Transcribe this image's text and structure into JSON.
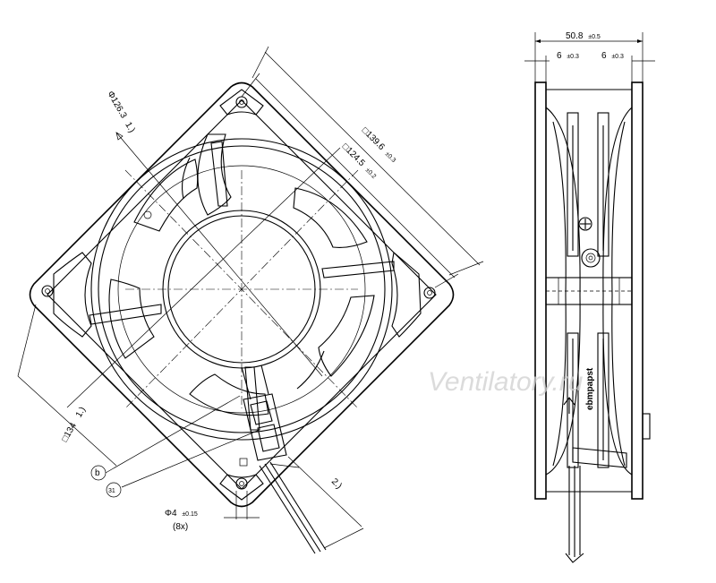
{
  "front_view": {
    "dims": {
      "diameter": "Φ126.3",
      "diameter_note": "1.)",
      "outer_square": "□139.6",
      "outer_square_tol": "±0.3",
      "hole_pitch": "□124.5",
      "hole_pitch_tol": "±0.2",
      "bottom_square": "□134",
      "bottom_square_note": "1.)",
      "cable_note": "2.)",
      "hole_dia": "Φ4",
      "hole_dia_tol": "±0.15",
      "hole_count": "(8x)"
    },
    "callouts": {
      "b": "b",
      "n31": "31"
    }
  },
  "side_view": {
    "dims": {
      "depth": "50.8",
      "depth_tol": "±0.5",
      "flange_left": "6",
      "flange_left_tol": "±0.3",
      "flange_right": "6",
      "flange_right_tol": "±0.3"
    },
    "label": "ebmpapst"
  },
  "watermark": "Ventilatory.ru"
}
